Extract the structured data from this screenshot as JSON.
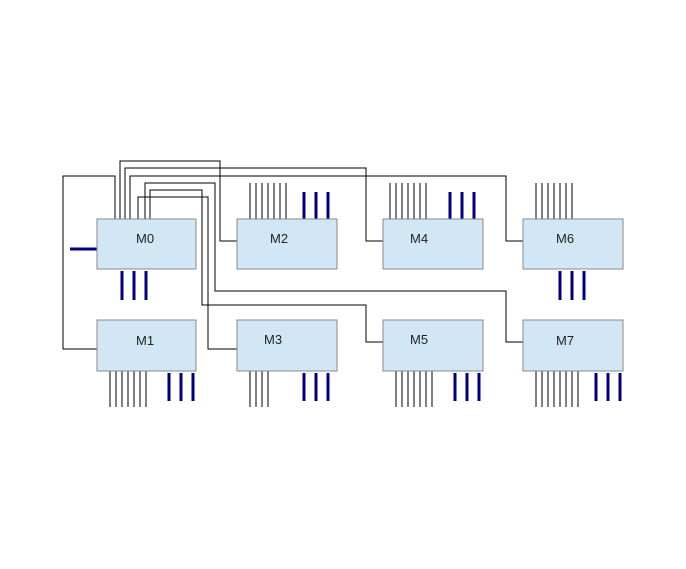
{
  "diagram": {
    "modules": [
      {
        "id": "m0",
        "label": "M0"
      },
      {
        "id": "m1",
        "label": "M1"
      },
      {
        "id": "m2",
        "label": "M2"
      },
      {
        "id": "m3",
        "label": "M3"
      },
      {
        "id": "m4",
        "label": "M4"
      },
      {
        "id": "m5",
        "label": "M5"
      },
      {
        "id": "m6",
        "label": "M6"
      },
      {
        "id": "m7",
        "label": "M7"
      }
    ],
    "colors": {
      "module_fill": "#d1e7f5",
      "module_border": "#8a8a8a",
      "wire": "#000000",
      "bus": "#000080",
      "background": "#ffffff"
    }
  }
}
